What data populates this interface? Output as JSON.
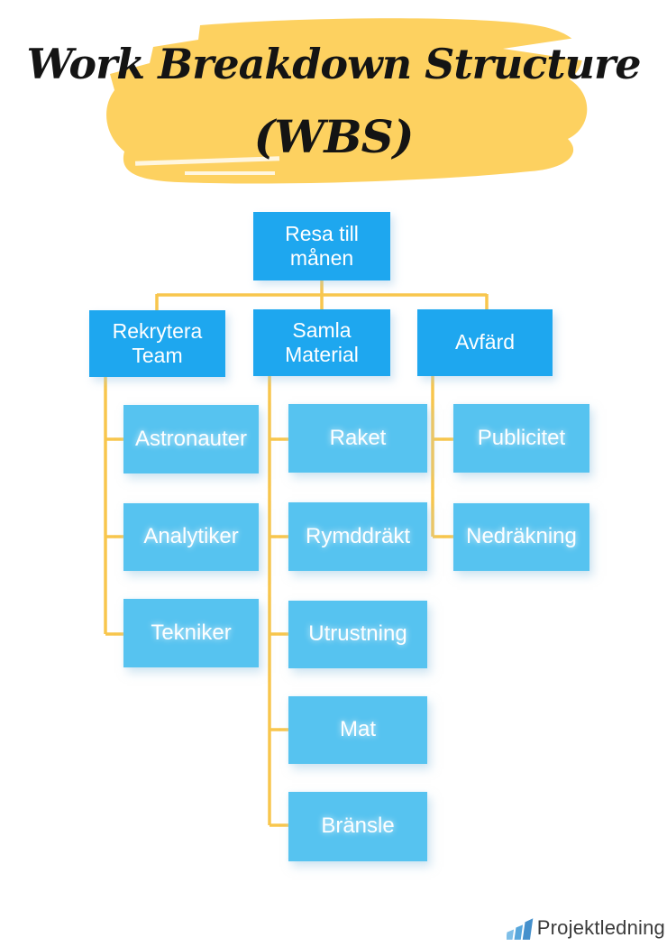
{
  "title": {
    "line1": "Work Breakdown Structure",
    "line2": "(WBS)"
  },
  "tree": {
    "root": {
      "label": "Resa till månen"
    },
    "branches": [
      {
        "label": "Rekrytera Team",
        "children": [
          "Astronauter",
          "Analytiker",
          "Tekniker"
        ]
      },
      {
        "label": "Samla Material",
        "children": [
          "Raket",
          "Rymddräkt",
          "Utrustning",
          "Mat",
          "Bränsle"
        ]
      },
      {
        "label": "Avfärd",
        "children": [
          "Publicitet",
          "Nedräkning"
        ]
      }
    ]
  },
  "logo": {
    "text": "Projektledning",
    "icon": "bar-chart-icon"
  },
  "colors": {
    "parent-blue": "#1ea7ef",
    "child-blue": "#56c3f0",
    "connector-yellow": "#f8c64d",
    "brush-yellow": "#fdd160",
    "title-ink": "#141414",
    "logo-text": "#3b3b3b",
    "logo-bar-light": "#7fbfe8",
    "logo-bar-mid": "#58a7dc",
    "logo-bar-dark": "#4590cc"
  }
}
